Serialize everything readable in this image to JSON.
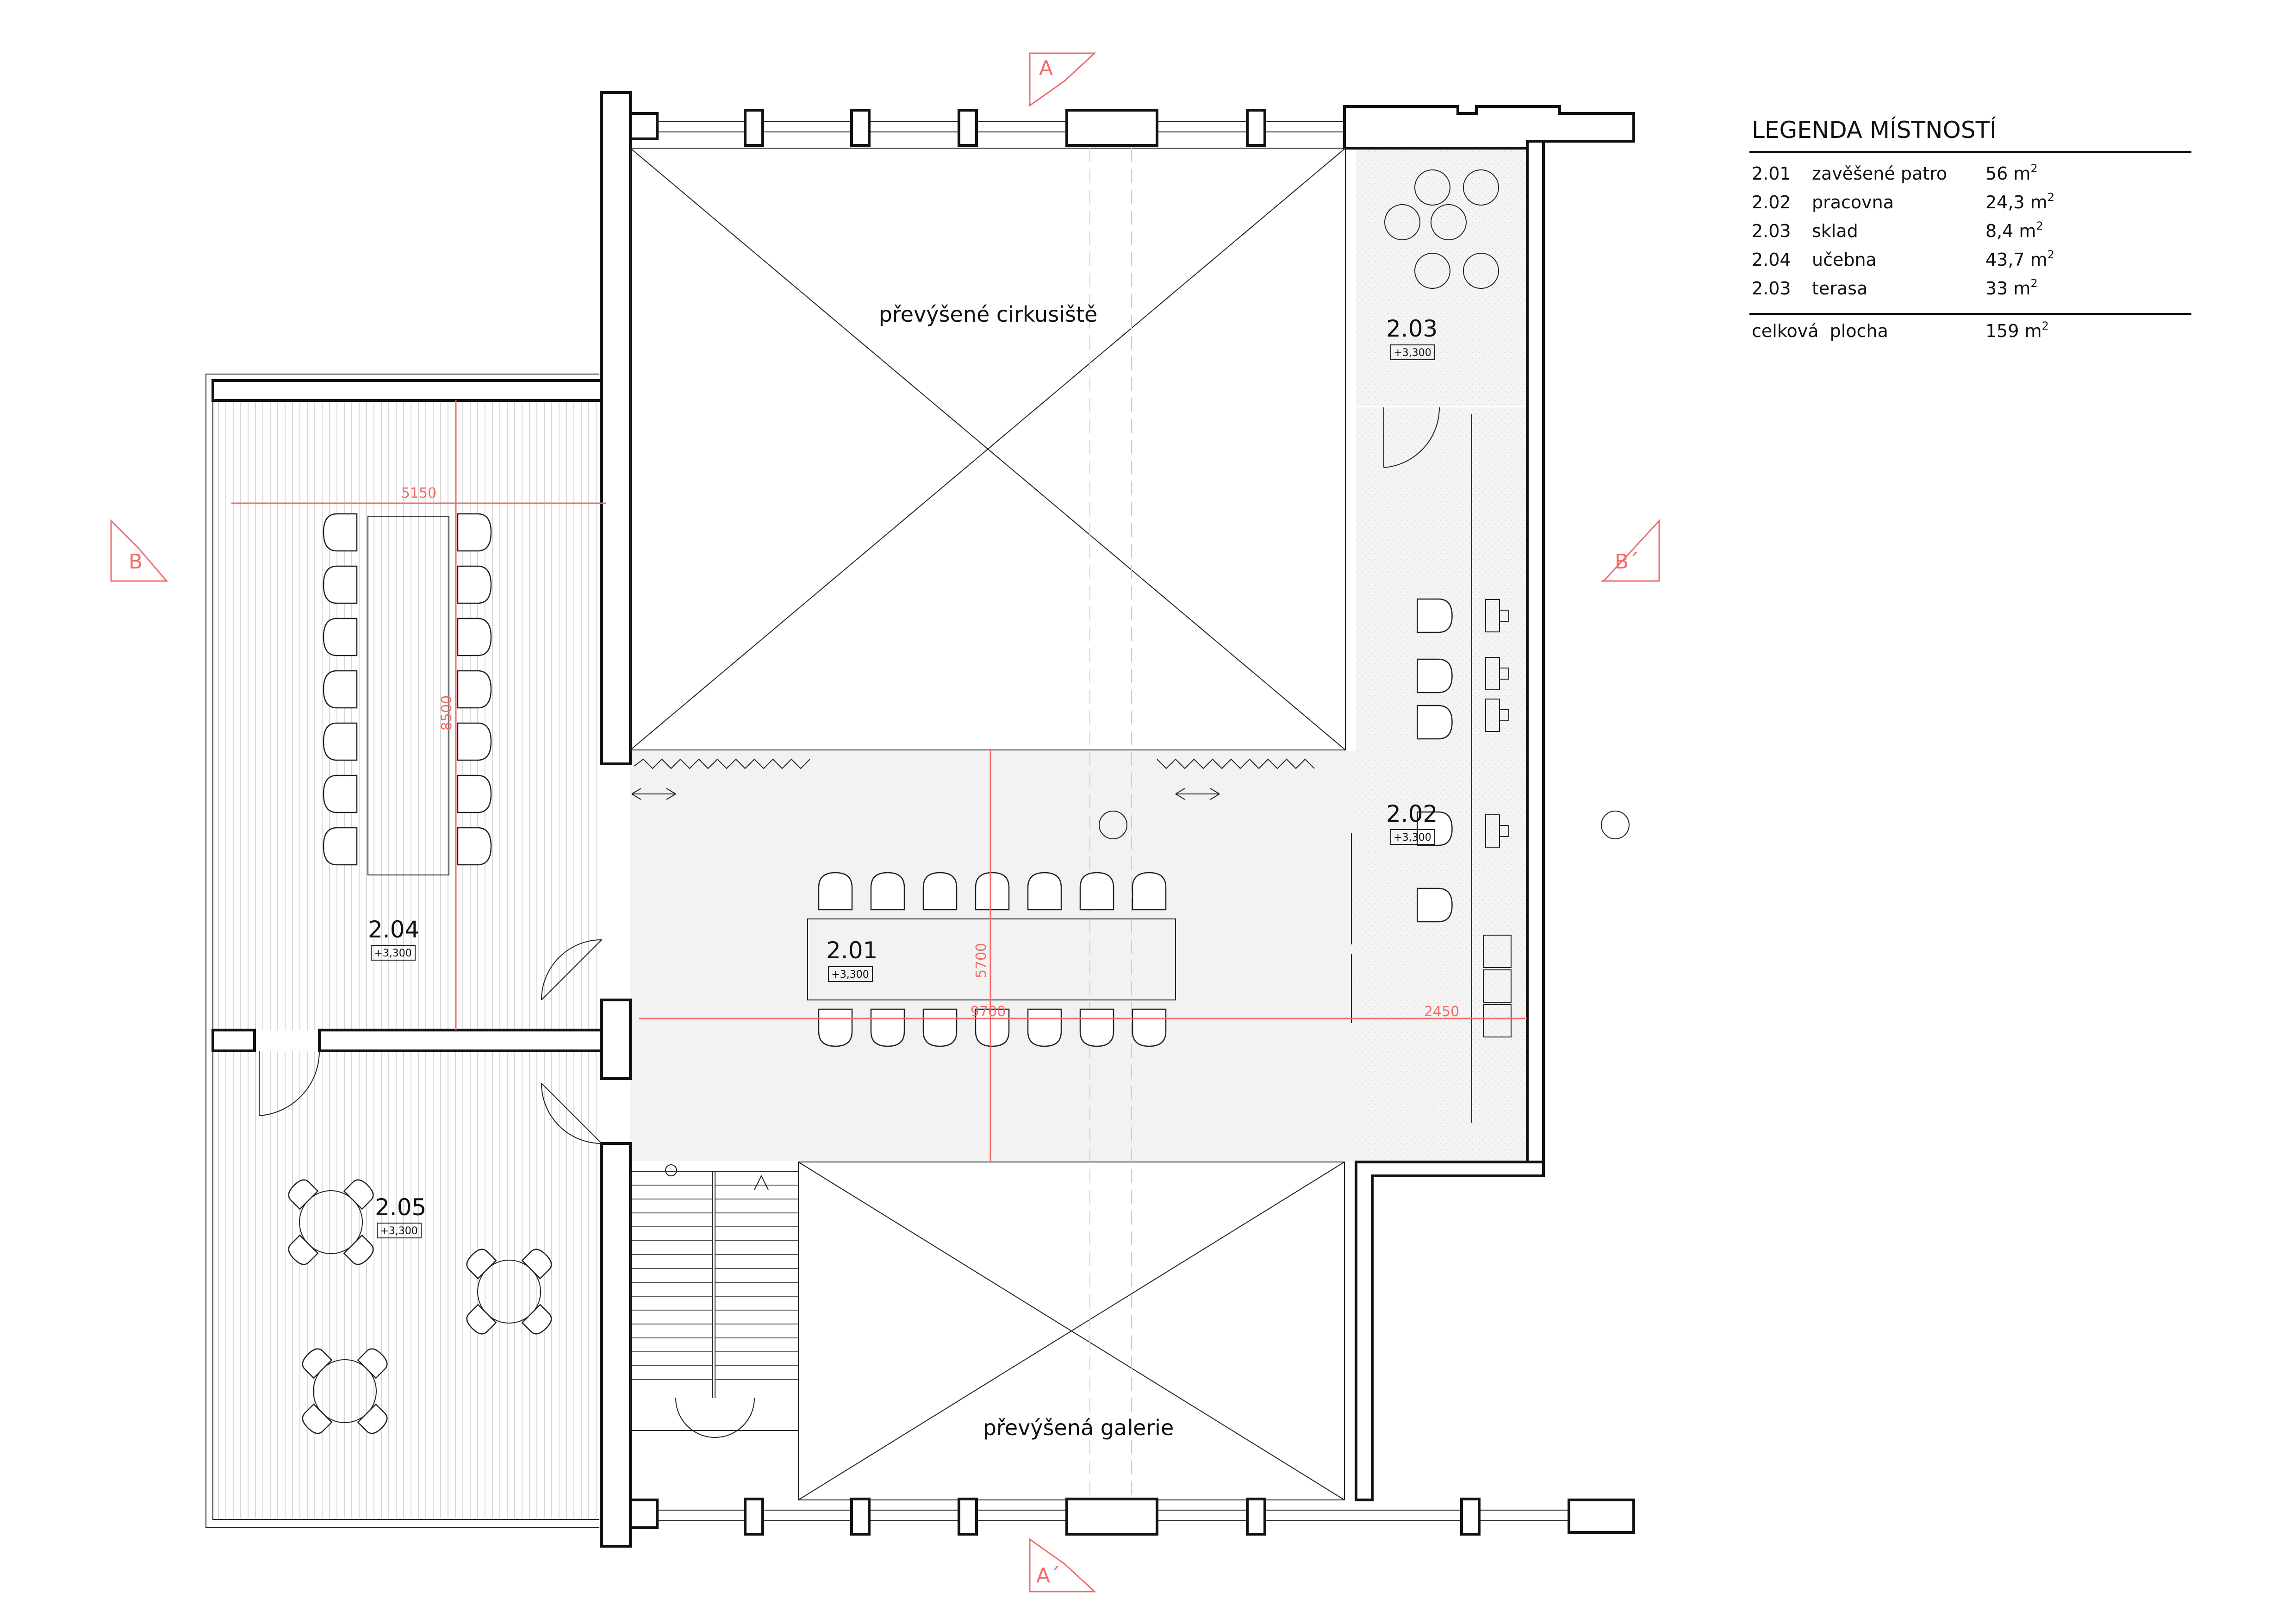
{
  "rooms": {
    "r201": {
      "number": "2.01",
      "level": "+3,300"
    },
    "r202": {
      "number": "2.02",
      "level": "+3,300"
    },
    "r203": {
      "number": "2.03",
      "level": "+3,300"
    },
    "r204": {
      "number": "2.04",
      "level": "+3,300"
    },
    "r205": {
      "number": "2.05",
      "level": "+3,300"
    }
  },
  "voids": {
    "top": "převýšené cirkusiště",
    "bottom": "převýšená galerie"
  },
  "dimensions": {
    "d5150": "5150",
    "d8500": "8500",
    "d5700": "5700",
    "d9700": "9700",
    "d2450": "2450"
  },
  "section_marks": {
    "a_top": "A",
    "a_bottom": "A´",
    "b_left": "B",
    "b_right": "B´"
  },
  "legend": {
    "title": "LEGENDA MÍSTNOSTÍ",
    "rows": [
      {
        "no": "2.01",
        "name": "zavěšené patro",
        "area": "56 m",
        "sup": "2"
      },
      {
        "no": "2.02",
        "name": "pracovna",
        "area": "24,3 m",
        "sup": "2"
      },
      {
        "no": "2.03",
        "name": "sklad",
        "area": "8,4 m",
        "sup": "2"
      },
      {
        "no": "2.04",
        "name": "učebna",
        "area": "43,7 m",
        "sup": "2"
      },
      {
        "no": "2.03",
        "name": "terasa",
        "area": "33 m",
        "sup": "2"
      }
    ],
    "total_label": "celková  plocha",
    "total_area": "159 m",
    "total_sup": "2"
  },
  "colors": {
    "accent": "#f26b6b",
    "wall": "#111111",
    "floor_grey": "#f2f2f2"
  }
}
